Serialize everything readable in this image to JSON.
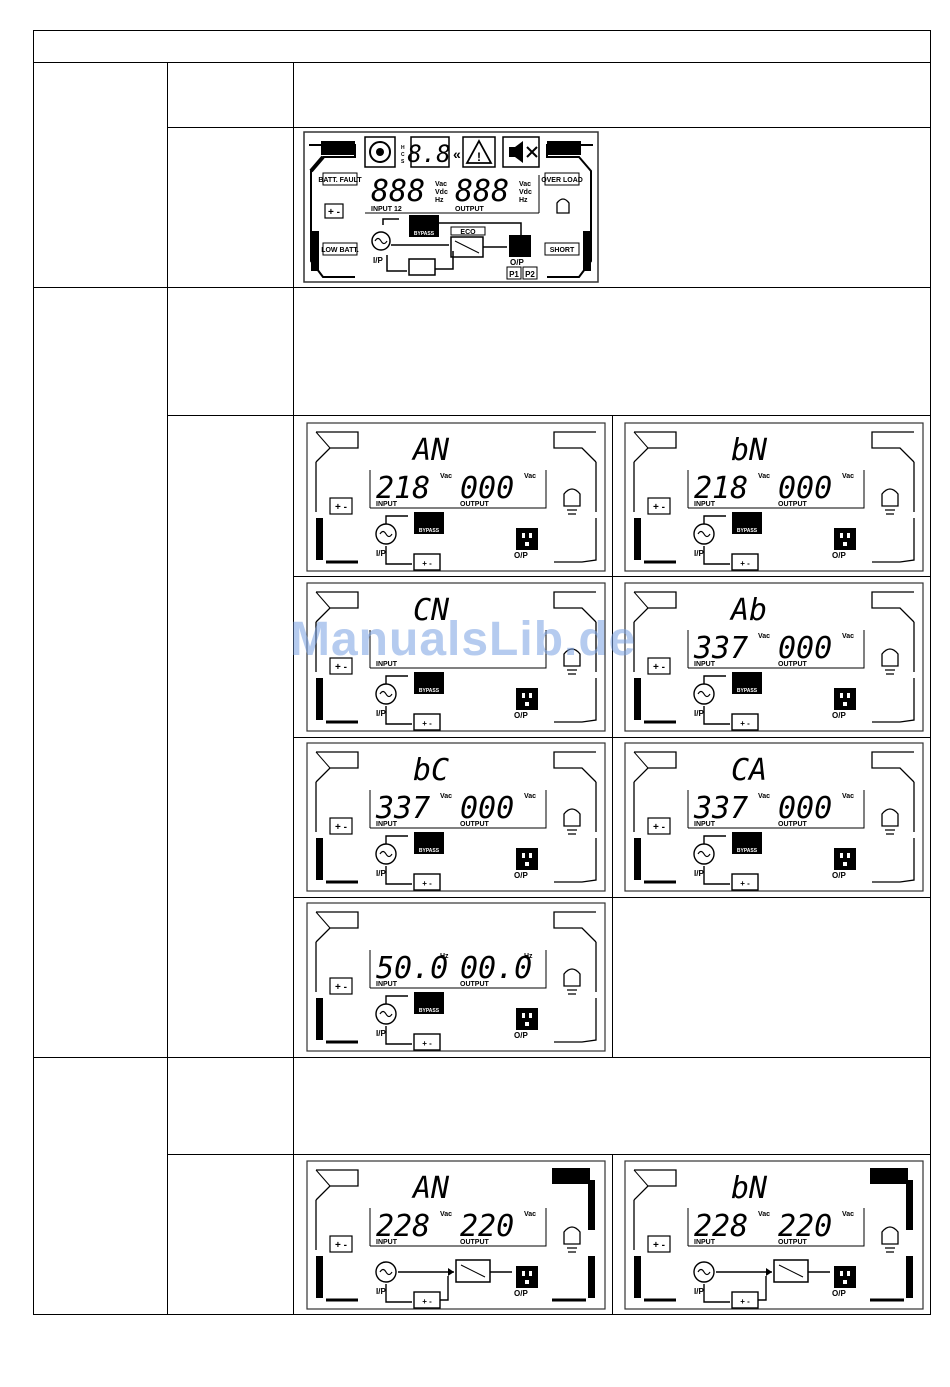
{
  "watermark": "ManualsLib.de",
  "full_panel": {
    "seg_top": "8.8",
    "input_value": "888",
    "output_value": "888",
    "units": [
      "Vac",
      "Vdc",
      "Hz"
    ],
    "input_label": "INPUT 12",
    "output_label": "OUTPUT",
    "batt_fault": "BATT. FAULT",
    "low_batt": "LOW BATT.",
    "over_load": "OVER LOAD",
    "short": "SHORT",
    "bypass": "BYPASS",
    "eco": "ECO",
    "ip": "I/P",
    "op": "O/P",
    "p1": "P1",
    "p2": "P2",
    "top_labels": [
      "H",
      "C",
      "S"
    ]
  },
  "bypass_panels": [
    {
      "top": "AN",
      "input": "218",
      "input_unit": "Vac",
      "output": "000",
      "output_unit": "Vac",
      "input_label": "INPUT",
      "output_label": "OUTPUT",
      "bypass": "BYPASS",
      "ip": "I/P",
      "op": "O/P"
    },
    {
      "top": "bN",
      "input": "218",
      "input_unit": "Vac",
      "output": "000",
      "output_unit": "Vac",
      "input_label": "INPUT",
      "output_label": "OUTPUT",
      "bypass": "BYPASS",
      "ip": "I/P",
      "op": "O/P"
    },
    {
      "top": "CN",
      "input": "",
      "input_unit": "",
      "output": "",
      "output_unit": "",
      "input_label": "INPUT",
      "output_label": "",
      "bypass": "BYPASS",
      "ip": "I/P",
      "op": "O/P"
    },
    {
      "top": "Ab",
      "input": "337",
      "input_unit": "Vac",
      "output": "000",
      "output_unit": "Vac",
      "input_label": "INPUT",
      "output_label": "OUTPUT",
      "bypass": "BYPASS",
      "ip": "I/P",
      "op": "O/P"
    },
    {
      "top": "bC",
      "input": "337",
      "input_unit": "Vac",
      "output": "000",
      "output_unit": "Vac",
      "input_label": "INPUT",
      "output_label": "OUTPUT",
      "bypass": "BYPASS",
      "ip": "I/P",
      "op": "O/P"
    },
    {
      "top": "CA",
      "input": "337",
      "input_unit": "Vac",
      "output": "000",
      "output_unit": "Vac",
      "input_label": "INPUT",
      "output_label": "OUTPUT",
      "bypass": "BYPASS",
      "ip": "I/P",
      "op": "O/P"
    },
    {
      "top": "",
      "input": "50.0",
      "input_unit": "Hz",
      "output": "00.0",
      "output_unit": "Hz",
      "input_label": "INPUT",
      "output_label": "OUTPUT",
      "bypass": "BYPASS",
      "ip": "I/P",
      "op": "O/P"
    }
  ],
  "online_panels": [
    {
      "top": "AN",
      "input": "228",
      "input_unit": "Vac",
      "output": "220",
      "output_unit": "Vac",
      "input_label": "INPUT",
      "output_label": "OUTPUT",
      "ip": "I/P",
      "op": "O/P"
    },
    {
      "top": "bN",
      "input": "228",
      "input_unit": "Vac",
      "output": "220",
      "output_unit": "Vac",
      "input_label": "INPUT",
      "output_label": "OUTPUT",
      "ip": "I/P",
      "op": "O/P"
    }
  ]
}
